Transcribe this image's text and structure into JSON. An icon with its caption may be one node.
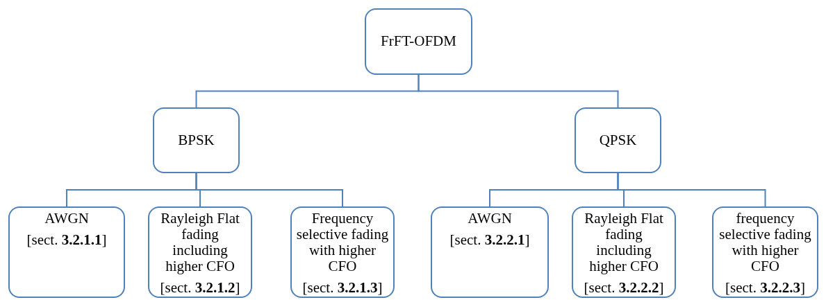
{
  "diagram": {
    "nodes": [
      {
        "text": [
          "FrFT-OFDM"
        ]
      },
      {
        "text": [
          "BPSK"
        ]
      },
      {
        "text": [
          "QPSK"
        ]
      },
      {
        "text": [
          "AWGN",
          "[sect. **3.2.1.1**]"
        ]
      },
      {
        "text": [
          "Rayleigh Flat fading including higher CFO",
          "[sect. **3.2.1.2**]"
        ]
      },
      {
        "text": [
          "Frequency selective fading with higher CFO",
          "[sect. **3.2.1.3**]"
        ]
      },
      {
        "text": [
          "AWGN",
          "[sect. **3.2.2.1**]"
        ]
      },
      {
        "text": [
          "Rayleigh Flat fading including higher CFO",
          "[sect. **3.2.2.2**]"
        ]
      },
      {
        "text": [
          "frequency selective fading with higher CFO",
          "[sect. **3.2.2.3**]"
        ]
      }
    ],
    "edges": [
      {
        "from": 0,
        "to": 1,
        "arrow": "none"
      },
      {
        "from": 0,
        "to": 2,
        "arrow": "none"
      },
      {
        "from": 1,
        "to": 3,
        "arrow": "none"
      },
      {
        "from": 1,
        "to": 4,
        "arrow": "none"
      },
      {
        "from": 1,
        "to": 5,
        "arrow": "none"
      },
      {
        "from": 2,
        "to": 6,
        "arrow": "none"
      },
      {
        "from": 2,
        "to": 7,
        "arrow": "none"
      },
      {
        "from": 2,
        "to": 8,
        "arrow": "none"
      }
    ]
  }
}
